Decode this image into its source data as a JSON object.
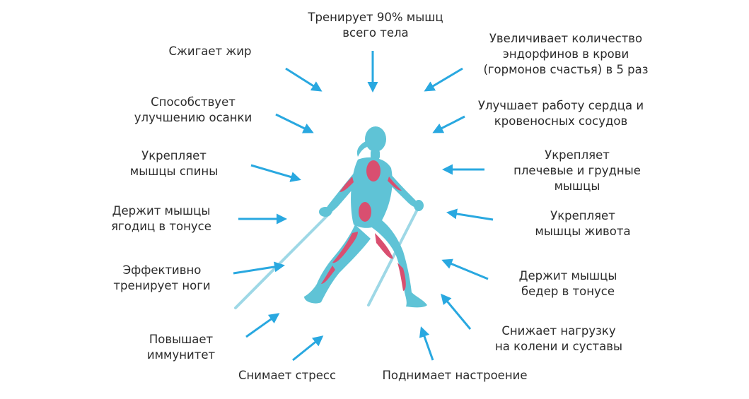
{
  "labels": {
    "top": [
      "Тренирует 90% мышц",
      "всего тела"
    ],
    "fat": [
      "Сжигает жир"
    ],
    "posture": [
      "Способствует",
      "улучшению осанки"
    ],
    "back": [
      "Укрепляет",
      "мышцы спины"
    ],
    "glutes": [
      "Держит мышцы",
      "ягодиц в тонусе"
    ],
    "legs": [
      "Эффективно",
      "тренирует ноги"
    ],
    "immunity": [
      "Повышает",
      "иммунитет"
    ],
    "stress": [
      "Снимает стресс"
    ],
    "mood": [
      "Поднимает настроение"
    ],
    "endorphins": [
      "Увеличивает количество",
      "эндорфинов в крови",
      "(гормонов счастья) в 5 раз"
    ],
    "heart": [
      "Улучшает работу сердца и",
      "кровеносных сосудов"
    ],
    "shoulders": [
      "Укрепляет",
      "плечевые и грудные",
      "мышцы"
    ],
    "abs": [
      "Укрепляет",
      "мышцы живота"
    ],
    "thighs": [
      "Держит мышцы",
      "бедер в тонусе"
    ],
    "joints": [
      "Снижает нагрузку",
      "на колени и суставы"
    ]
  },
  "colors": {
    "arrow": "#29a8e0",
    "body": "#5fc3d6",
    "muscle": "#d94f70",
    "pole": "#9ed8e6",
    "text": "#2b2b2b"
  },
  "icons": {
    "figure": "nordic-walker-figure",
    "arrow": "arrow-icon"
  }
}
